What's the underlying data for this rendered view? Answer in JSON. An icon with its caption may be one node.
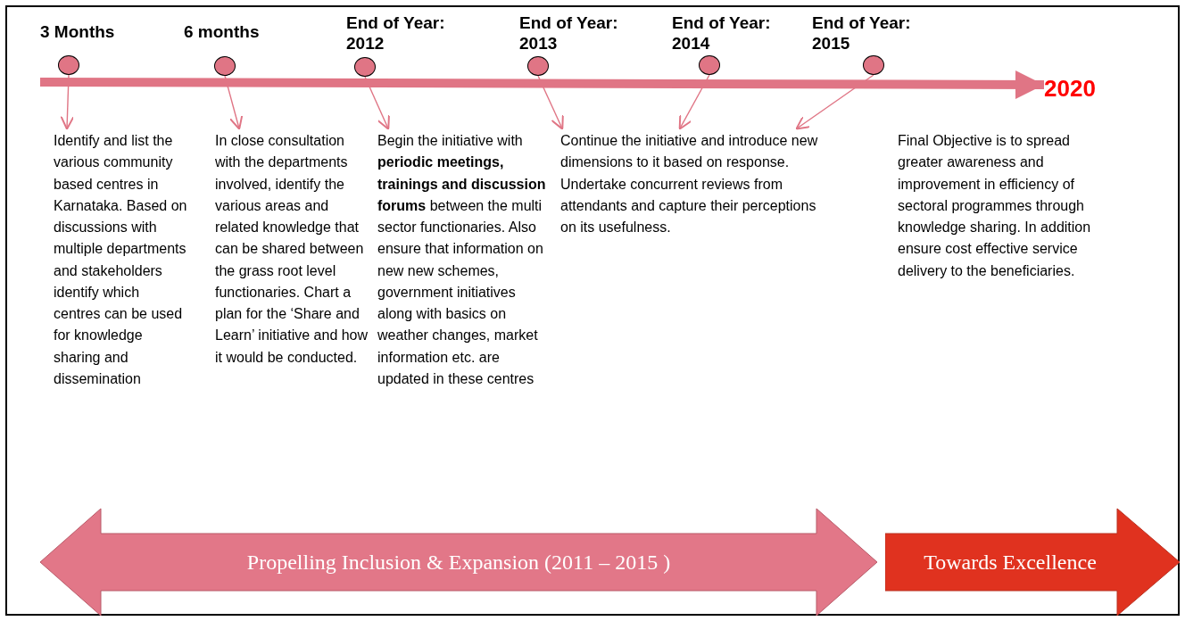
{
  "diagram": {
    "nodes": [
      {
        "text": [],
        "shape": "circle",
        "beside": [
          "3 Months"
        ]
      },
      {
        "text": [],
        "shape": "circle",
        "beside": [
          "6 months"
        ]
      },
      {
        "text": [],
        "shape": "circle",
        "beside": [
          "End of Year: 2012"
        ]
      },
      {
        "text": [],
        "shape": "circle",
        "beside": [
          "End of Year: 2013"
        ]
      },
      {
        "text": [],
        "shape": "circle",
        "beside": [
          "End of Year: 2014"
        ]
      },
      {
        "text": [],
        "shape": "circle",
        "beside": [
          "End of Year: 2015"
        ]
      },
      {
        "text": [
          "Identify and list the various community based centres in Karnataka. Based on discussions with multiple departments and stakeholders identify which centres can be used for knowledge sharing and dissemination"
        ]
      },
      {
        "text": [
          "In close consultation with the departments involved, identify the various areas and related knowledge that can be shared between the grass root level functionaries. Chart a plan for the ‘Share and Learn’ initiative and how it would be conducted."
        ]
      },
      {
        "text": [
          "Begin the initiative with **periodic meetings, trainings and discussion forums** between the multi sector functionaries. Also ensure that information on new new schemes, government initiatives along with basics on weather changes, market information etc. are updated in these centres"
        ]
      },
      {
        "text": [
          "Continue the initiative and introduce new dimensions to it based on response. Undertake concurrent reviews from attendants and capture their perceptions on its usefulness."
        ]
      },
      {
        "text": [
          "Final Objective is to spread greater awareness and improvement in efficiency of sectoral programmes through knowledge sharing. In addition ensure cost effective service delivery to the beneficiaries."
        ]
      },
      {
        "text": [
          "2020"
        ]
      },
      {
        "text": [
          "Propelling Inclusion & Expansion (2011 – 2015 )"
        ]
      },
      {
        "text": [
          "Towards Excellence"
        ]
      }
    ],
    "edges": [
      {
        "from": 0,
        "to": 6,
        "arrow": "to"
      },
      {
        "from": 1,
        "to": 7,
        "arrow": "to"
      },
      {
        "from": 2,
        "to": 8,
        "arrow": "to"
      },
      {
        "from": 3,
        "to": 9,
        "arrow": "to"
      },
      {
        "from": 4,
        "to": 9,
        "arrow": "to"
      },
      {
        "from": 5,
        "to": 9,
        "arrow": "to"
      },
      {
        "from": null,
        "to": 11,
        "arrow": "to",
        "style": "thick"
      }
    ]
  }
}
